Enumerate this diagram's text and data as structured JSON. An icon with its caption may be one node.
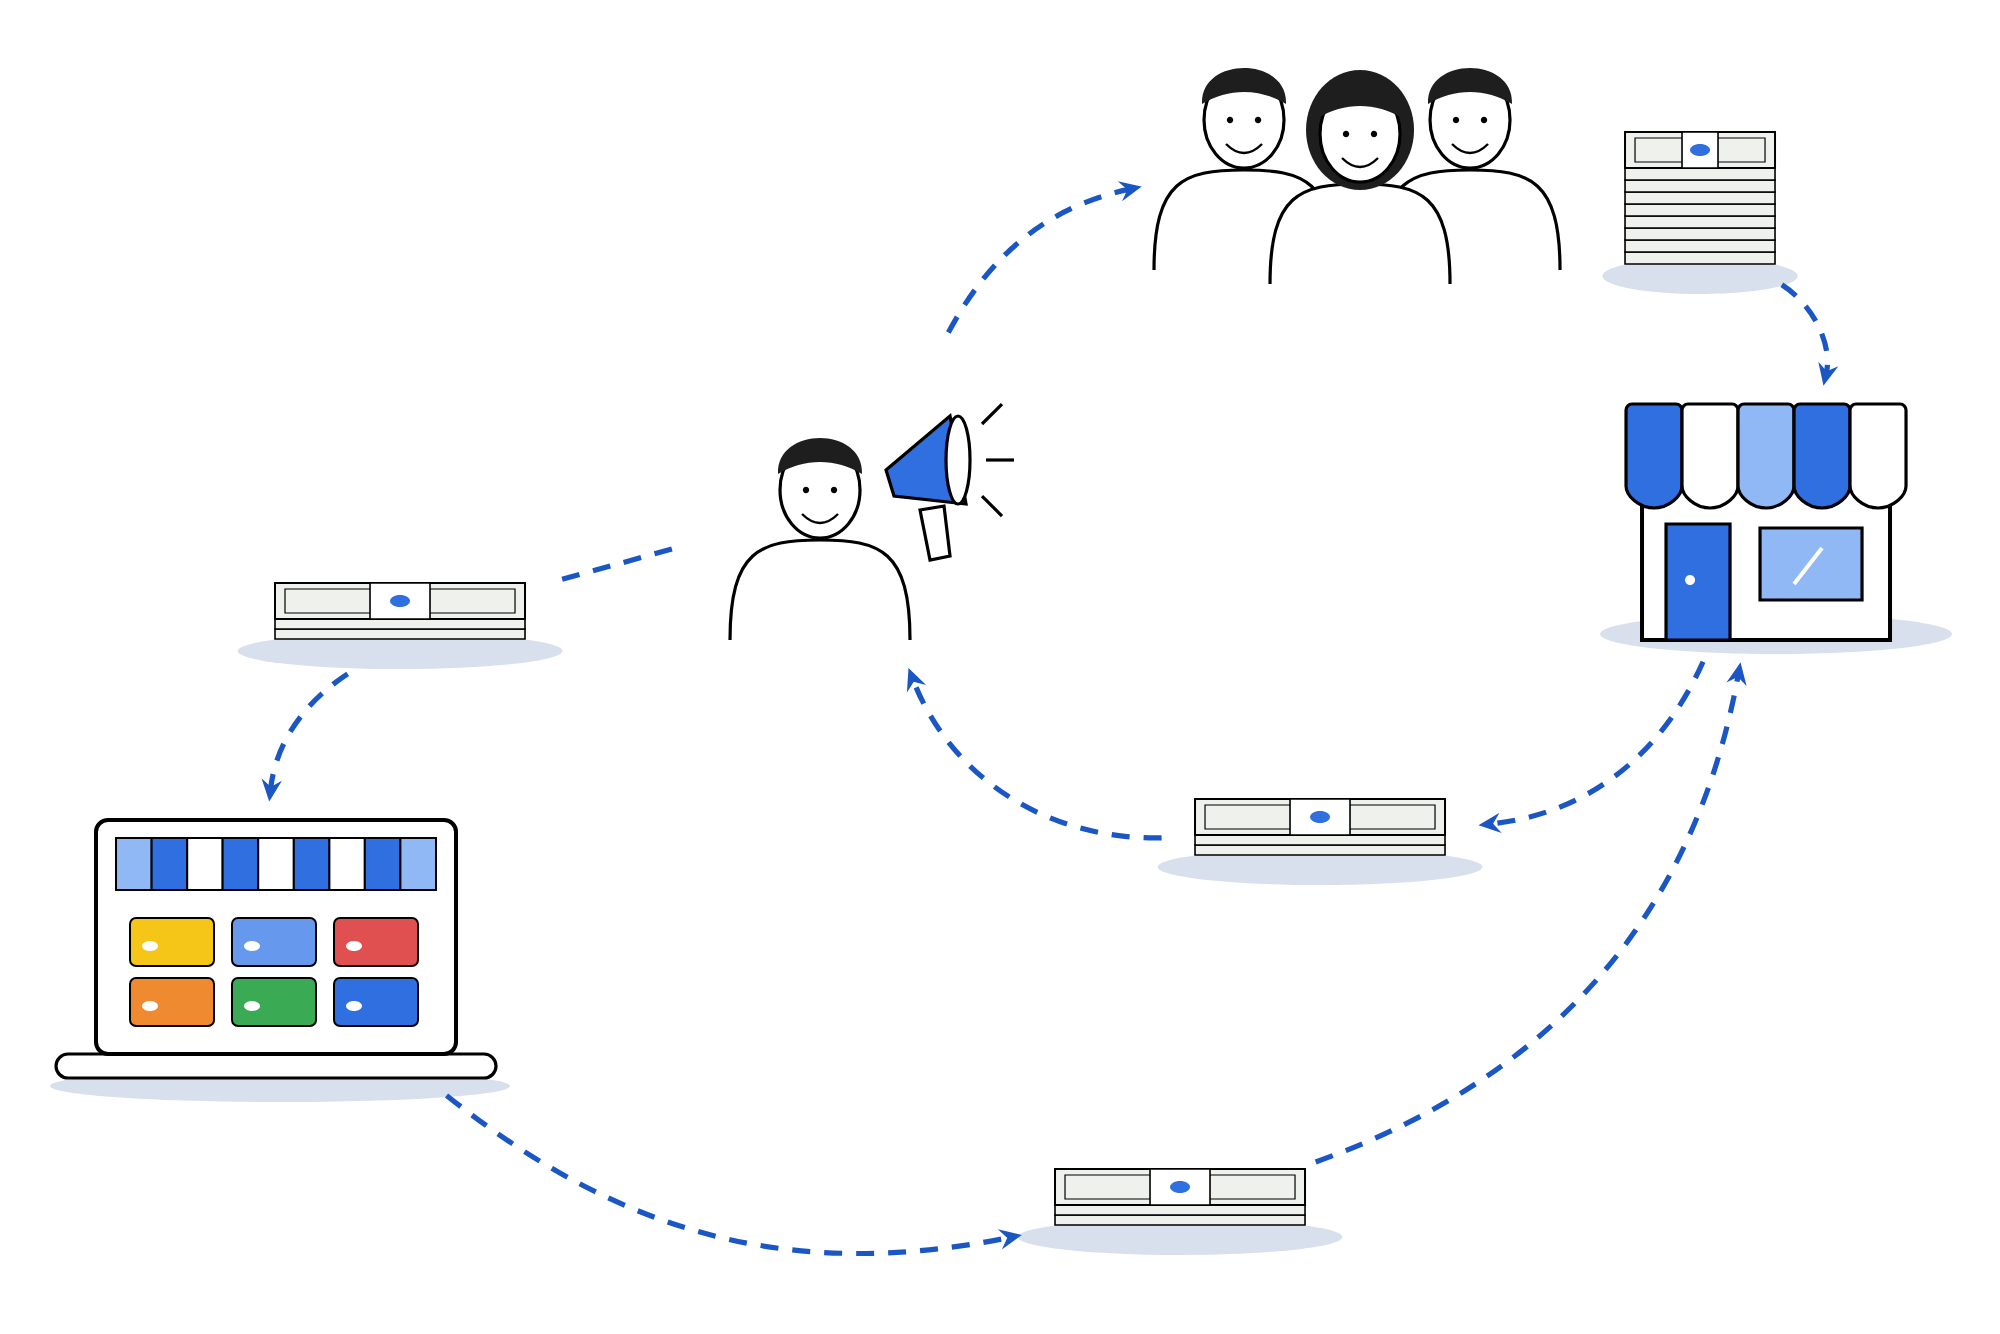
{
  "diagram": {
    "nodes": [
      {
        "text": [],
        "shape": "picture"
      },
      {
        "text": [],
        "shape": "picture"
      },
      {
        "text": [],
        "shape": "picture"
      },
      {
        "text": [],
        "shape": "picture"
      },
      {
        "text": [],
        "shape": "picture"
      },
      {
        "text": [],
        "shape": "picture"
      },
      {
        "text": [],
        "shape": "picture"
      },
      {
        "text": [],
        "shape": "picture"
      }
    ],
    "edges": [
      {
        "from": 4,
        "to": 0,
        "arrow": "to",
        "style": "dashed"
      },
      {
        "from": 1,
        "to": 2,
        "arrow": "to",
        "style": "dashed"
      },
      {
        "from": 2,
        "to": 3,
        "arrow": "to",
        "style": "dashed"
      },
      {
        "from": 3,
        "to": 4,
        "arrow": "to",
        "style": "dashed"
      },
      {
        "from": 4,
        "to": 5,
        "arrow": "none",
        "style": "dashed"
      },
      {
        "from": 5,
        "to": 6,
        "arrow": "to",
        "style": "dashed"
      },
      {
        "from": 6,
        "to": 7,
        "arrow": "to",
        "style": "dashed"
      },
      {
        "from": 7,
        "to": 2,
        "arrow": "to",
        "style": "dashed"
      }
    ]
  }
}
